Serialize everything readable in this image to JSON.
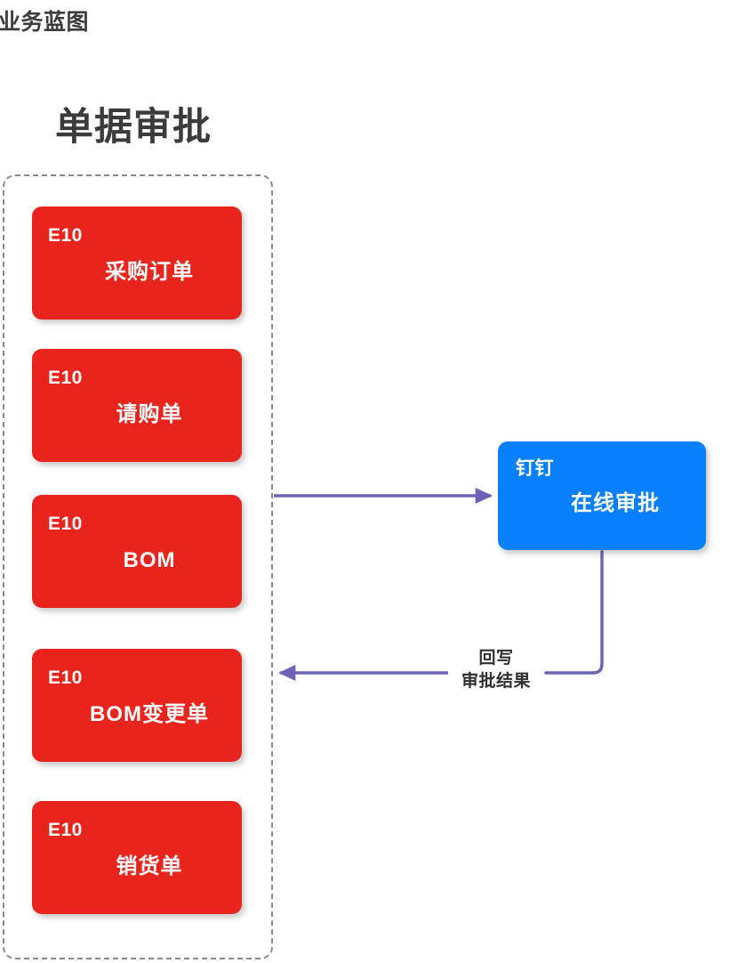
{
  "page": {
    "doc_title": "业务蓝图",
    "section_title": "单据审批",
    "background_color": "#ffffff"
  },
  "colors": {
    "node_red": "#e8241c",
    "node_blue": "#0680fb",
    "connector_purple": "#6b63b5",
    "group_border": "#8a8a8a",
    "heading_text": "#3b3b3b",
    "node_text": "#ffffff"
  },
  "group": {
    "name": "单据组",
    "border_style": "dashed",
    "nodes": [
      {
        "tag": "E10",
        "label": "采购订单"
      },
      {
        "tag": "E10",
        "label": "请购单"
      },
      {
        "tag": "E10",
        "label": "BOM"
      },
      {
        "tag": "E10",
        "label": "BOM变更单"
      },
      {
        "tag": "E10",
        "label": "销货单"
      }
    ]
  },
  "target": {
    "tag": "钉钉",
    "label": "在线审批"
  },
  "edges": [
    {
      "name": "submit-edge",
      "from": "单据组",
      "to": "钉钉",
      "direction": "right",
      "label": ""
    },
    {
      "name": "writeback-edge",
      "from": "钉钉",
      "to": "单据组",
      "direction": "left",
      "label_line1": "回写",
      "label_line2": "审批结果"
    }
  ]
}
